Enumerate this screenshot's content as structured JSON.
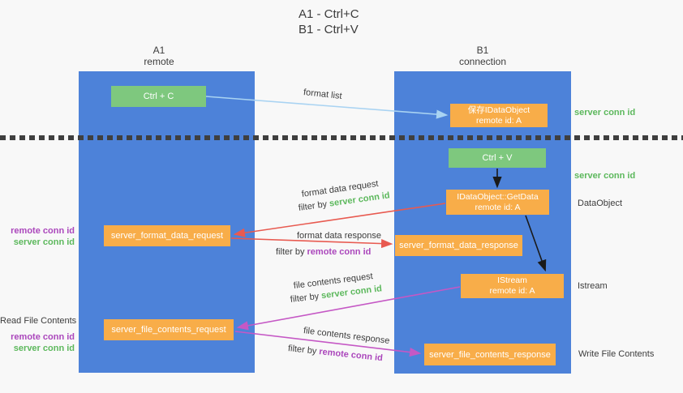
{
  "title": {
    "line1": "A1 - Ctrl+C",
    "line2": "B1 - Ctrl+V"
  },
  "columns": {
    "a": {
      "name": "A1",
      "subtitle": "remote"
    },
    "b": {
      "name": "B1",
      "subtitle": "connection"
    }
  },
  "boxes": {
    "ctrl_c": {
      "label": "Ctrl + C"
    },
    "ctrl_v": {
      "label": "Ctrl + V"
    },
    "save_dataobject": {
      "line1": "保存IDataObject",
      "line2": "remote id: A"
    },
    "getdata": {
      "line1": "IDataObject::GetData",
      "line2": "remote id: A"
    },
    "istream": {
      "line1": "IStream",
      "line2": "remote id: A"
    },
    "server_format_data_request": {
      "label": "server_format_data_request"
    },
    "server_format_data_response": {
      "label": "server_format_data_response"
    },
    "server_file_contents_request": {
      "label": "server_file_contents_request"
    },
    "server_file_contents_response": {
      "label": "server_file_contents_response"
    }
  },
  "arrow_labels": {
    "format_list": "format list",
    "format_data_request": "format data request",
    "format_data_response": "format data response",
    "file_contents_request": "file contents request",
    "file_contents_response": "file contents response"
  },
  "tokens": {
    "filter_by": "filter by ",
    "server_conn_id": "server conn id",
    "remote_conn_id": "remote conn id"
  },
  "side_labels": {
    "dataobject": "DataObject",
    "istream": "Istream",
    "write_file_contents": "Write File Contents",
    "read_file_contents": "Read File Contents"
  },
  "colors": {
    "lifeline_blue": "#4d82d9",
    "box_green": "#7ec87e",
    "box_orange": "#f8ad49",
    "arrow_blue": "#a9d3f2",
    "arrow_red": "#e85a50",
    "arrow_magenta": "#c558c5",
    "arrow_black": "#1a1a1a",
    "text_green": "#5cb85c",
    "text_purple": "#ab47bc",
    "background": "#f8f8f8"
  }
}
